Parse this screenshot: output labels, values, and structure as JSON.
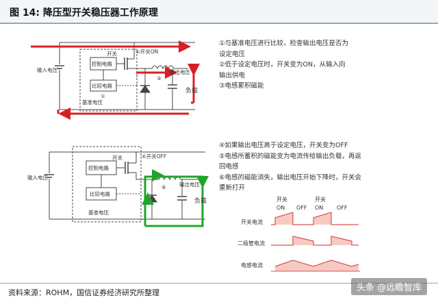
{
  "figure": {
    "title": "图 14: 降压型开关稳压器工作原理",
    "source": "资料来源：ROHM，国信证券经济研究所整理",
    "watermark": "头条 @远瞻智库"
  },
  "diagram_top": {
    "switch_label": "开关",
    "switch_state": "①开关ON",
    "control_circuit": "控制电路",
    "compare_circuit": "比较电路",
    "reference_voltage": "基准电压",
    "input_voltage": "输入电压",
    "output_voltage": "输出电压",
    "load": "负载",
    "marker_3": "③",
    "marker_1": "①"
  },
  "diagram_bottom": {
    "switch_label": "开关",
    "switch_state": "④开关OFF",
    "control_circuit": "控制电路",
    "compare_circuit": "比较电路",
    "reference_voltage": "基准电压",
    "input_voltage": "输入电压",
    "output_voltage": "输出电压",
    "load": "负载",
    "marker_6": "⑥"
  },
  "steps_top": [
    "①与基准电压进行比较，检查输出电压是否为",
    "设定电压",
    "②低于设定电压时，开关变为ON，从输入向",
    "输出供电",
    "③电感累积磁能"
  ],
  "steps_bottom": [
    "④如果输出电压高于设定电压，开关变为OFF",
    "⑤电感所蓄积的磁能变为电流传给输出负载，再返",
    "回电感",
    "⑥电感的磁能消失，输出电压开始下降时，开关会",
    "重新打开"
  ],
  "waveform": {
    "phase_top": [
      "开关",
      "开关"
    ],
    "phase_labels": [
      "ON",
      "OFF",
      "ON",
      "OFF"
    ],
    "rows": [
      "开关电流",
      "二极管电流",
      "电感电流"
    ]
  },
  "colors": {
    "path_on": "#d91f26",
    "path_off": "#22a32a",
    "waveform_fill": "#f6c9c2",
    "waveform_line": "#d9534f",
    "header_bg": "#f2f6f8"
  }
}
